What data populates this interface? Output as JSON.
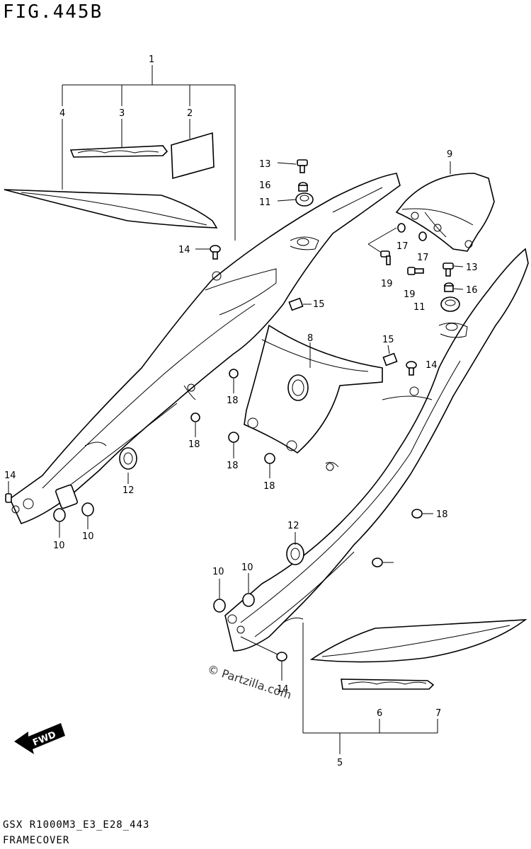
{
  "header": {
    "figure": "FIG.445B"
  },
  "footer": {
    "code": "GSX R1000M3_E3_E28_443",
    "name": "FRAMECOVER"
  },
  "watermark": "© Partzilla.com",
  "direction_badge": "FWD",
  "callouts": {
    "c1": "1",
    "c2": "2",
    "c3": "3",
    "c4": "4",
    "c5": "5",
    "c6": "6",
    "c7": "7",
    "c8": "8",
    "c9": "9",
    "c10a": "10",
    "c10b": "10",
    "c10c": "10",
    "c10d": "10",
    "c11a": "11",
    "c11b": "11",
    "c12a": "12",
    "c12b": "12",
    "c13a": "13",
    "c13b": "13",
    "c14a": "14",
    "c14b": "14",
    "c14c": "14",
    "c14d": "14",
    "c15a": "15",
    "c15b": "15",
    "c16a": "16",
    "c16b": "16",
    "c17a": "17",
    "c17b": "17",
    "c18a": "18",
    "c18b": "18",
    "c18c": "18",
    "c18d": "18",
    "c18e": "18",
    "c19a": "19",
    "c19b": "19"
  }
}
